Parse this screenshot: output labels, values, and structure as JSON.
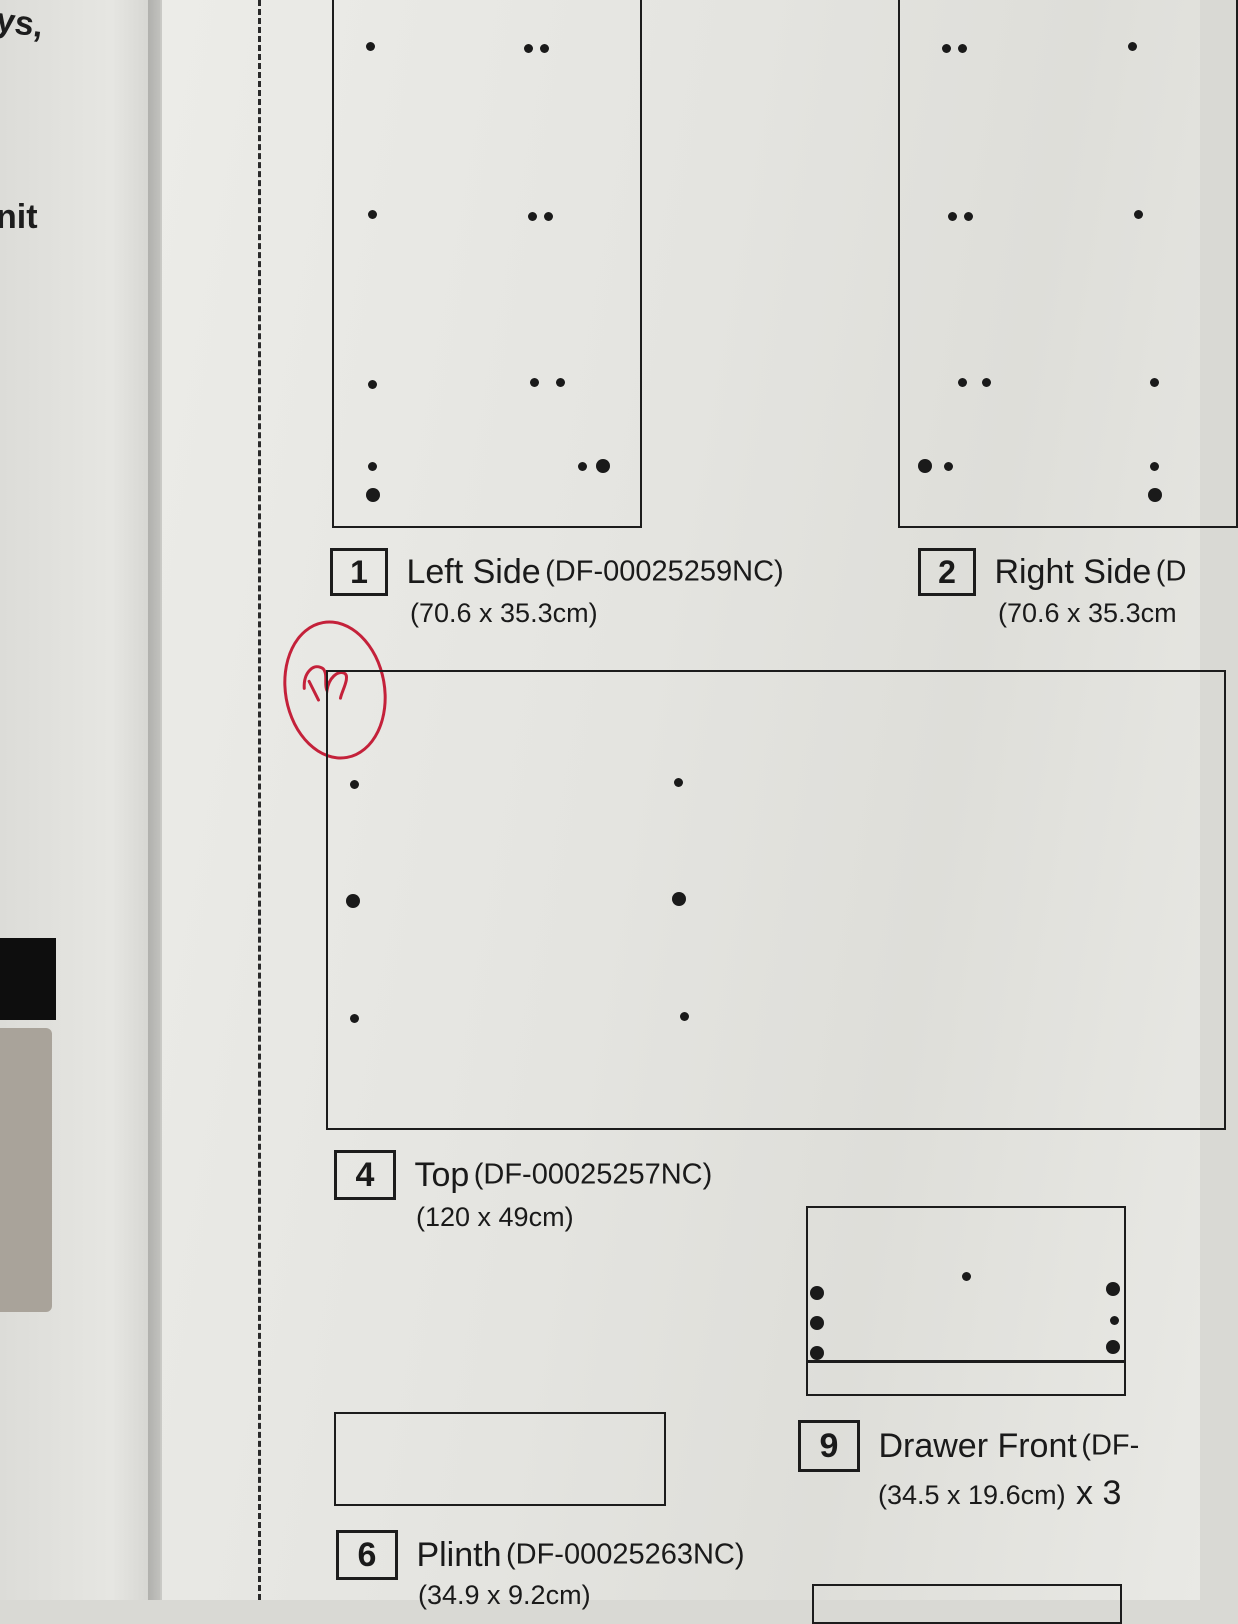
{
  "left_page": {
    "fragment_top": "ys,",
    "fragment_mid": "nit"
  },
  "parts": [
    {
      "number": "1",
      "name": "Left Side",
      "code": "(DF-00025259NC)",
      "dims": "(70.6 x 35.3cm)"
    },
    {
      "number": "2",
      "name": "Right Side",
      "code": "(D",
      "dims": "(70.6 x 35.3cm"
    },
    {
      "number": "4",
      "name": "Top",
      "code": "(DF-00025257NC)",
      "dims": "(120 x 49cm)"
    },
    {
      "number": "6",
      "name": "Plinth",
      "code": "(DF-00025263NC)",
      "dims": "(34.9 x 9.2cm)"
    },
    {
      "number": "9",
      "name": "Drawer Front",
      "code": "(DF-",
      "dims": "(34.5 x 19.6cm)",
      "qty": "x 3"
    }
  ],
  "colors": {
    "ink": "#1c1c1c",
    "annotation_red": "#c4213a",
    "paper": "#e6e6e2"
  },
  "annotation": "handwritten checkmark circle"
}
